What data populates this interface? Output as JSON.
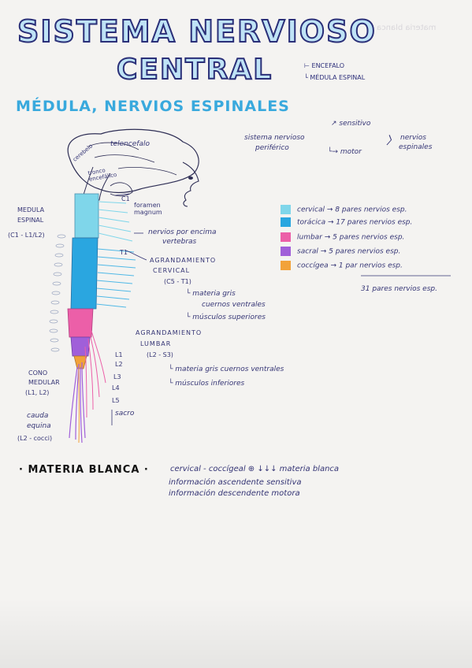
{
  "title": {
    "line1": "SISTEMA NERVIOSO",
    "line2": "CENTRAL",
    "branch1": "ENCEFALO",
    "branch2": "MÉDULA ESPINAL"
  },
  "corner_faded": "materia blanca",
  "section_title": "MÉDULA, NERVIOS ESPINALES",
  "brain_labels": {
    "telencefalo": "telencefalo",
    "cerebelo": "cerebelo",
    "tronco": "tronco encefálico",
    "c1": "C1",
    "foramen": "foramen magnum"
  },
  "left_labels": {
    "medula": "MEDULA ESPINAL",
    "medula_range": "(C1 - L1/L2)",
    "cono": "CONO MEDULAR",
    "cono_range": "(L1, L2)",
    "cauda": "cauda equina",
    "cauda_range": "(L2 - cocci)"
  },
  "right_annotations": {
    "nervios_encima": "nervios por encima",
    "vertebras": "vertebras",
    "t1": "T1",
    "agr_cervical_1": "AGRANDAMIENTO",
    "agr_cervical_2": "CERVICAL",
    "agr_cervical_range": "(C5 - T1)",
    "cervical_item1": "materia gris",
    "cervical_item1b": "cuernos ventrales",
    "cervical_item2": "músculos superiores",
    "agr_lumbar_1": "AGRANDAMIENTO",
    "agr_lumbar_2": "LUMBAR",
    "agr_lumbar_range": "(L2 - S3)",
    "lumbar_item1": "materia gris cuernos ventrales",
    "lumbar_item2": "músculos inferiores",
    "l1": "L1",
    "l2": "L2",
    "l3": "L3",
    "l4": "L4",
    "l5": "L5",
    "sacro": "sacro"
  },
  "snp": {
    "label1": "sistema nervioso",
    "label2": "periférico",
    "sensitivo": "sensitivo",
    "motor": "motor",
    "nervios1": "nervios",
    "nervios2": "espinales"
  },
  "legend": [
    {
      "color": "#7fd6ea",
      "text": "cervical → 8 pares nervios esp."
    },
    {
      "color": "#2aa6e0",
      "text": "torácica → 17 pares nervios esp."
    },
    {
      "color": "#ec5fa8",
      "text": "lumbar → 5 pares nervios esp."
    },
    {
      "color": "#a05fd9",
      "text": "sacral → 5 pares nervios esp."
    },
    {
      "color": "#f2a23a",
      "text": "coccígea → 1 par nervios esp."
    }
  ],
  "legend_total": "31 pares nervios esp.",
  "materia_blanca": {
    "label": "MATERIA BLANCA",
    "text1": "cervical - coccígeal ⊕ ↓↓↓ materia blanca",
    "text2": "información ascendente sensitiva",
    "text3": "información descendente motora"
  },
  "colors": {
    "cervical": "#7fd6ea",
    "toracica": "#2aa6e0",
    "lumbar": "#ec5fa8",
    "sacral": "#a05fd9",
    "coccigea": "#f2a23a",
    "ink": "#33306a"
  }
}
